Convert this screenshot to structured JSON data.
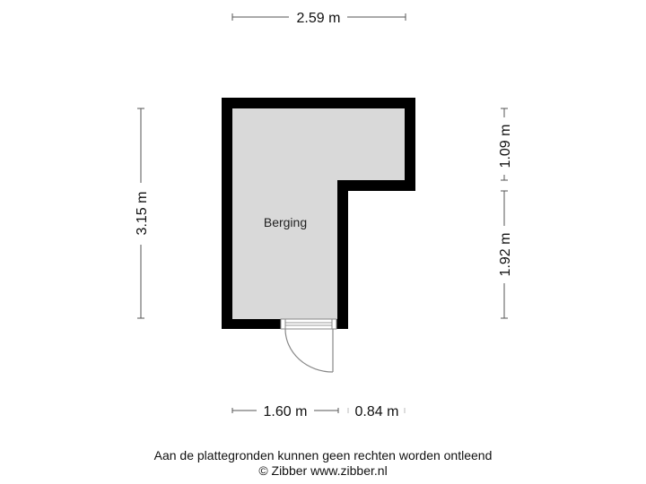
{
  "floorplan": {
    "rooms": [
      {
        "label": "Berging",
        "fill": "#d9d9d9"
      }
    ],
    "wall_color": "#000000",
    "dimensions": {
      "top_width": "2.59 m",
      "left_height": "3.15 m",
      "right_upper_height": "1.09 m",
      "right_lower_height": "1.92 m",
      "bottom_left_width": "1.60 m",
      "bottom_right_width": "0.84 m"
    }
  },
  "footer": {
    "disclaimer": "Aan de plattegronden kunnen geen rechten worden ontleend",
    "copyright": "© Zibber www.zibber.nl"
  }
}
